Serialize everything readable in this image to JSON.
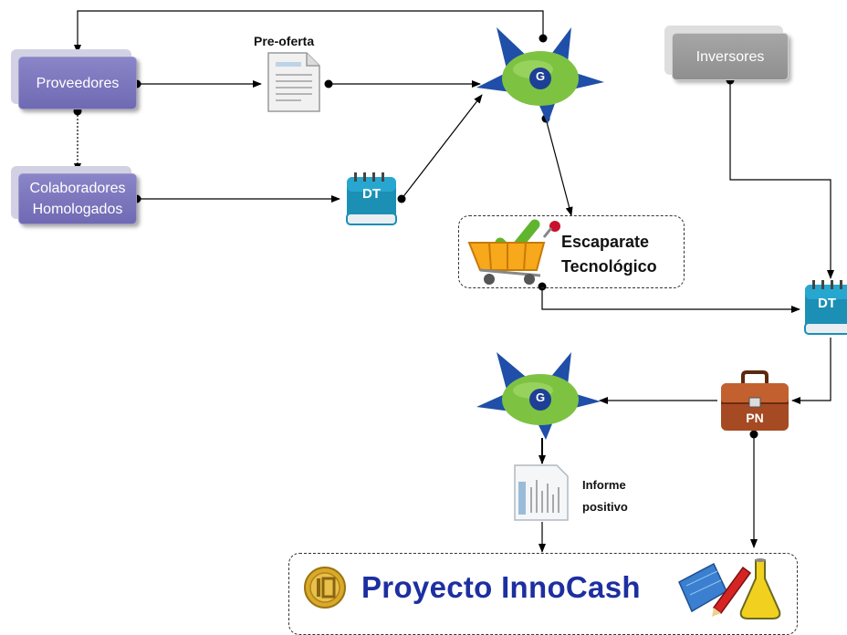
{
  "nodes": {
    "proveedores": "Proveedores",
    "colaboradores_line1": "Colaboradores",
    "colaboradores_line2": "Homologados",
    "inversores": "Inversores",
    "pre_oferta": "Pre-oferta",
    "escaparate_line1": "Escaparate",
    "escaparate_line2": "Tecnológico",
    "informe_line1": "Informe",
    "informe_line2": "positivo",
    "proyecto": "Proyecto InnoCash"
  },
  "icons": {
    "g_badge": "G",
    "dt_notebook": "DT",
    "pn_briefcase": "PN"
  },
  "colors": {
    "purple_node": "#7873bb",
    "grey_node": "#9b9b9b",
    "g_blob": "#7ec242",
    "g_spikes": "#1f4fa8",
    "dt_teal": "#1c8fb4",
    "briefcase": "#a54a22",
    "proyecto_text": "#1d2fa0"
  }
}
